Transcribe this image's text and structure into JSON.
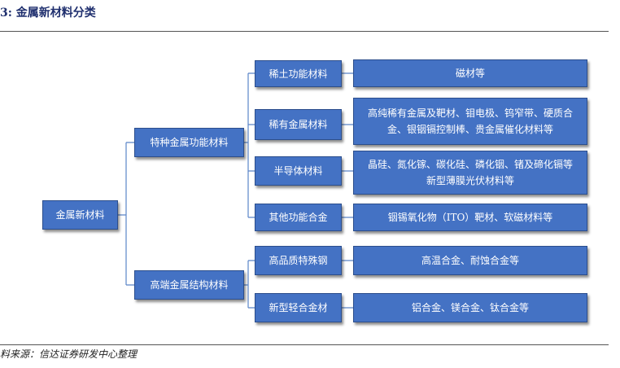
{
  "header": {
    "title": "3:  金属新材料分类"
  },
  "diagram": {
    "root": "金属新材料",
    "level2": [
      "特种金属功能材料",
      "高端金属结构材料"
    ],
    "level3": [
      "稀土功能材料",
      "稀有金属材料",
      "半导体材料",
      "其他功能合金",
      "高品质特殊钢",
      "新型轻合金材"
    ],
    "details": [
      "磁材等",
      "高纯稀有金属及靶材、钼电极、钨窄带、硬质合金、银铟镉控制棒、贵金属催化材料等",
      "晶硅、氮化镓、碳化硅、磷化铟、锗及碲化镉等新型薄膜光伏材料等",
      "铟锡氧化物（ITO）靶材、软磁材料等",
      "高温合金、耐蚀合金等",
      "铝合金、镁合金、钛合金等"
    ]
  },
  "footer": {
    "source": "料来源：信达证券研发中心整理"
  }
}
